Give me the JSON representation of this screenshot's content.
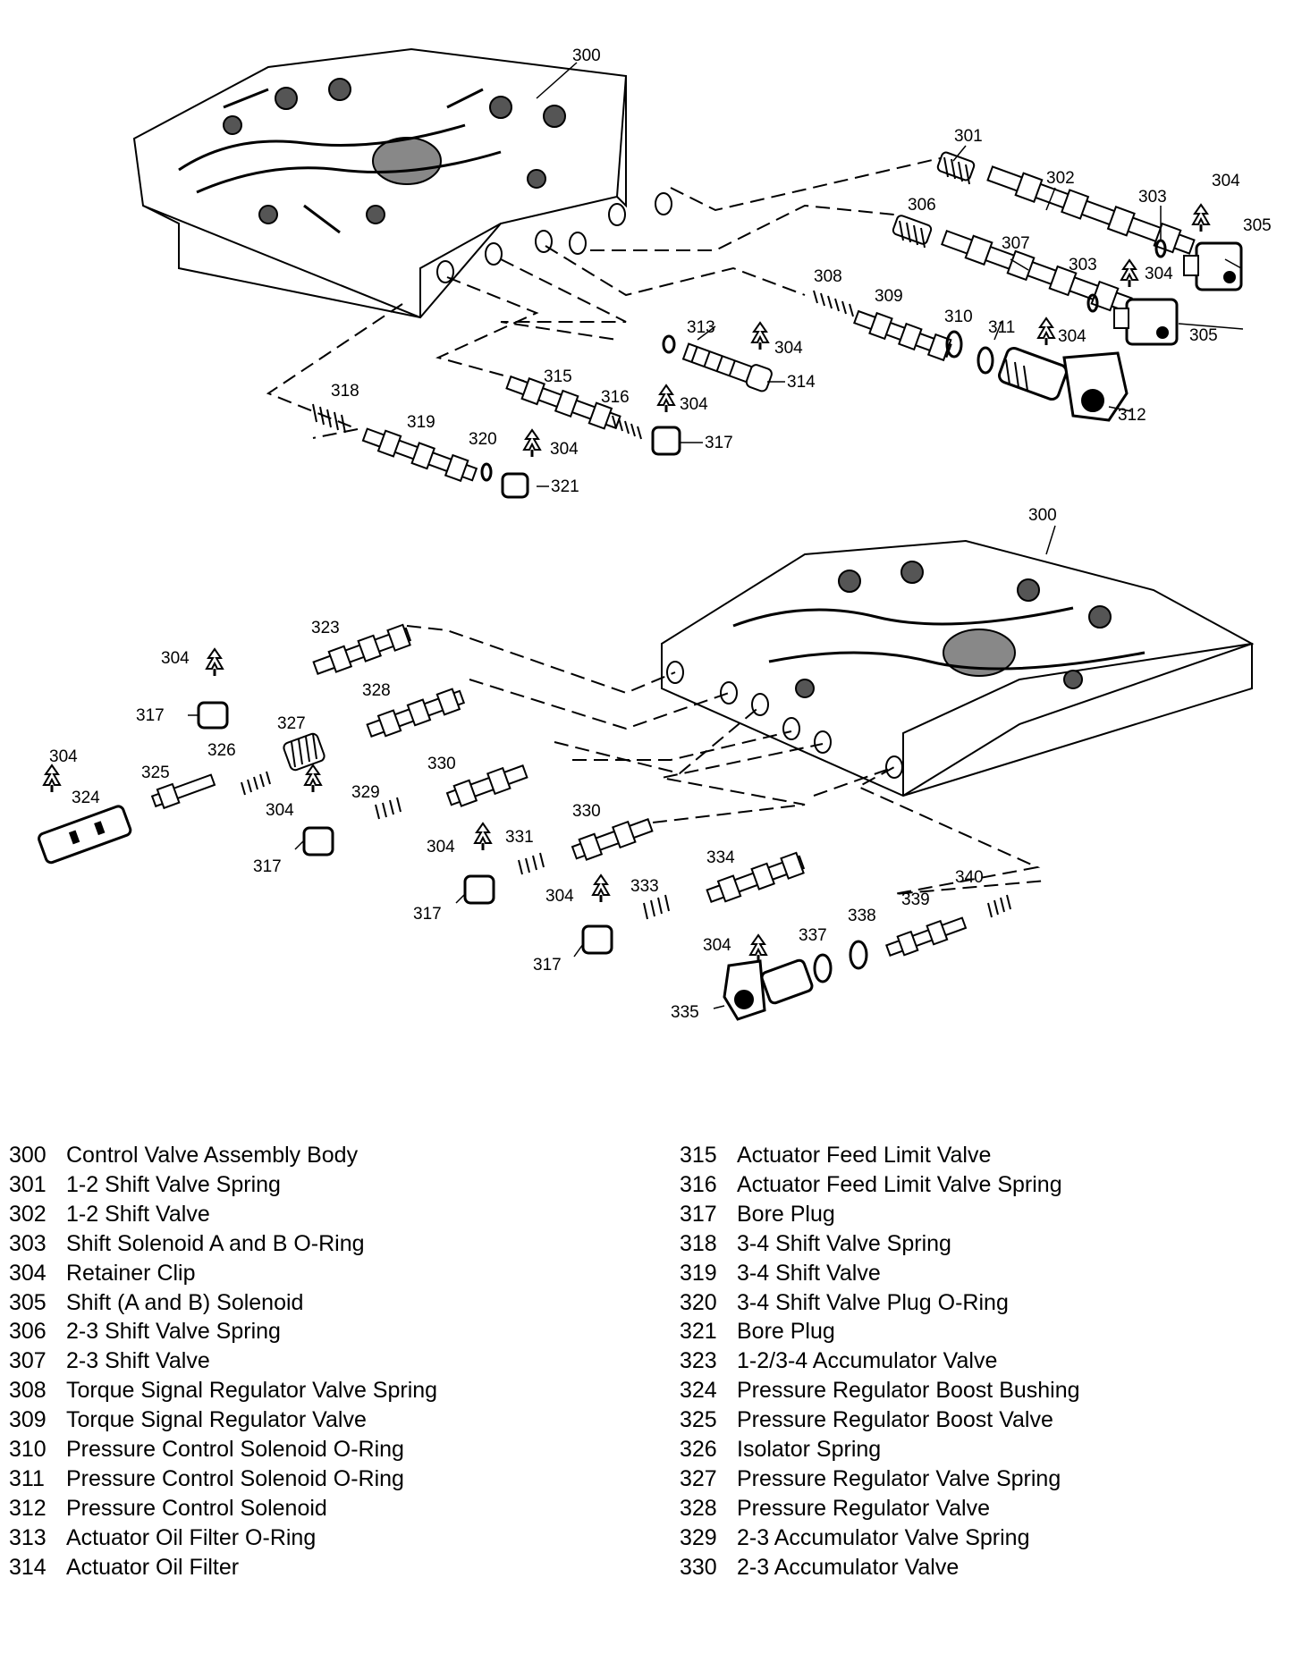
{
  "callouts": {
    "top_body": "300",
    "c301": "301",
    "c302": "302",
    "c303a": "303",
    "c304a": "304",
    "c305a": "305",
    "c306": "306",
    "c307": "307",
    "c303b": "303",
    "c304b": "304",
    "c305b": "305",
    "c308": "308",
    "c309": "309",
    "c310": "310",
    "c311": "311",
    "c304c": "304",
    "c312": "312",
    "c313": "313",
    "c304d": "304",
    "c314": "314",
    "c315": "315",
    "c316": "316",
    "c304e": "304",
    "c317a": "317",
    "c318": "318",
    "c319": "319",
    "c320": "320",
    "c304f": "304",
    "c321": "321",
    "bottom_body": "300",
    "c323": "323",
    "c304g": "304",
    "c317b": "317",
    "c328": "328",
    "c327": "327",
    "c326": "326",
    "c325": "325",
    "c304h": "304",
    "c324": "324",
    "c330a": "330",
    "c329": "329",
    "c304i": "304",
    "c317c": "317",
    "c330b": "330",
    "c331": "331",
    "c304j": "304",
    "c317d": "317",
    "c334": "334",
    "c333": "333",
    "c304k": "304",
    "c317e": "317",
    "c340": "340",
    "c339": "339",
    "c338": "338",
    "c337": "337",
    "c304l": "304",
    "c335": "335"
  },
  "legend_left": [
    {
      "num": "300",
      "desc": "Control Valve Assembly Body"
    },
    {
      "num": "301",
      "desc": "1-2 Shift Valve Spring"
    },
    {
      "num": "302",
      "desc": "1-2 Shift Valve"
    },
    {
      "num": "303",
      "desc": "Shift Solenoid A and B O-Ring"
    },
    {
      "num": "304",
      "desc": "Retainer Clip"
    },
    {
      "num": "305",
      "desc": "Shift (A and B) Solenoid"
    },
    {
      "num": "306",
      "desc": "2-3 Shift Valve Spring"
    },
    {
      "num": "307",
      "desc": "2-3 Shift Valve"
    },
    {
      "num": "308",
      "desc": "Torque Signal Regulator Valve Spring"
    },
    {
      "num": "309",
      "desc": "Torque Signal Regulator Valve"
    },
    {
      "num": "310",
      "desc": "Pressure Control Solenoid O-Ring"
    },
    {
      "num": "311",
      "desc": "Pressure Control Solenoid O-Ring"
    },
    {
      "num": "312",
      "desc": "Pressure Control Solenoid"
    },
    {
      "num": "313",
      "desc": "Actuator Oil Filter O-Ring"
    },
    {
      "num": "314",
      "desc": "Actuator Oil Filter"
    }
  ],
  "legend_right": [
    {
      "num": "315",
      "desc": "Actuator Feed Limit Valve"
    },
    {
      "num": "316",
      "desc": "Actuator Feed Limit Valve Spring"
    },
    {
      "num": "317",
      "desc": "Bore Plug"
    },
    {
      "num": "318",
      "desc": "3-4 Shift Valve Spring"
    },
    {
      "num": "319",
      "desc": "3-4 Shift Valve"
    },
    {
      "num": "320",
      "desc": "3-4 Shift Valve Plug O-Ring"
    },
    {
      "num": "321",
      "desc": "Bore Plug"
    },
    {
      "num": "323",
      "desc": "1-2/3-4 Accumulator Valve"
    },
    {
      "num": "324",
      "desc": "Pressure Regulator Boost Bushing"
    },
    {
      "num": "325",
      "desc": "Pressure Regulator Boost Valve"
    },
    {
      "num": "326",
      "desc": "Isolator Spring"
    },
    {
      "num": "327",
      "desc": "Pressure Regulator Valve Spring"
    },
    {
      "num": "328",
      "desc": "Pressure Regulator Valve"
    },
    {
      "num": "329",
      "desc": "2-3 Accumulator Valve Spring"
    },
    {
      "num": "330",
      "desc": "2-3 Accumulator Valve"
    }
  ]
}
